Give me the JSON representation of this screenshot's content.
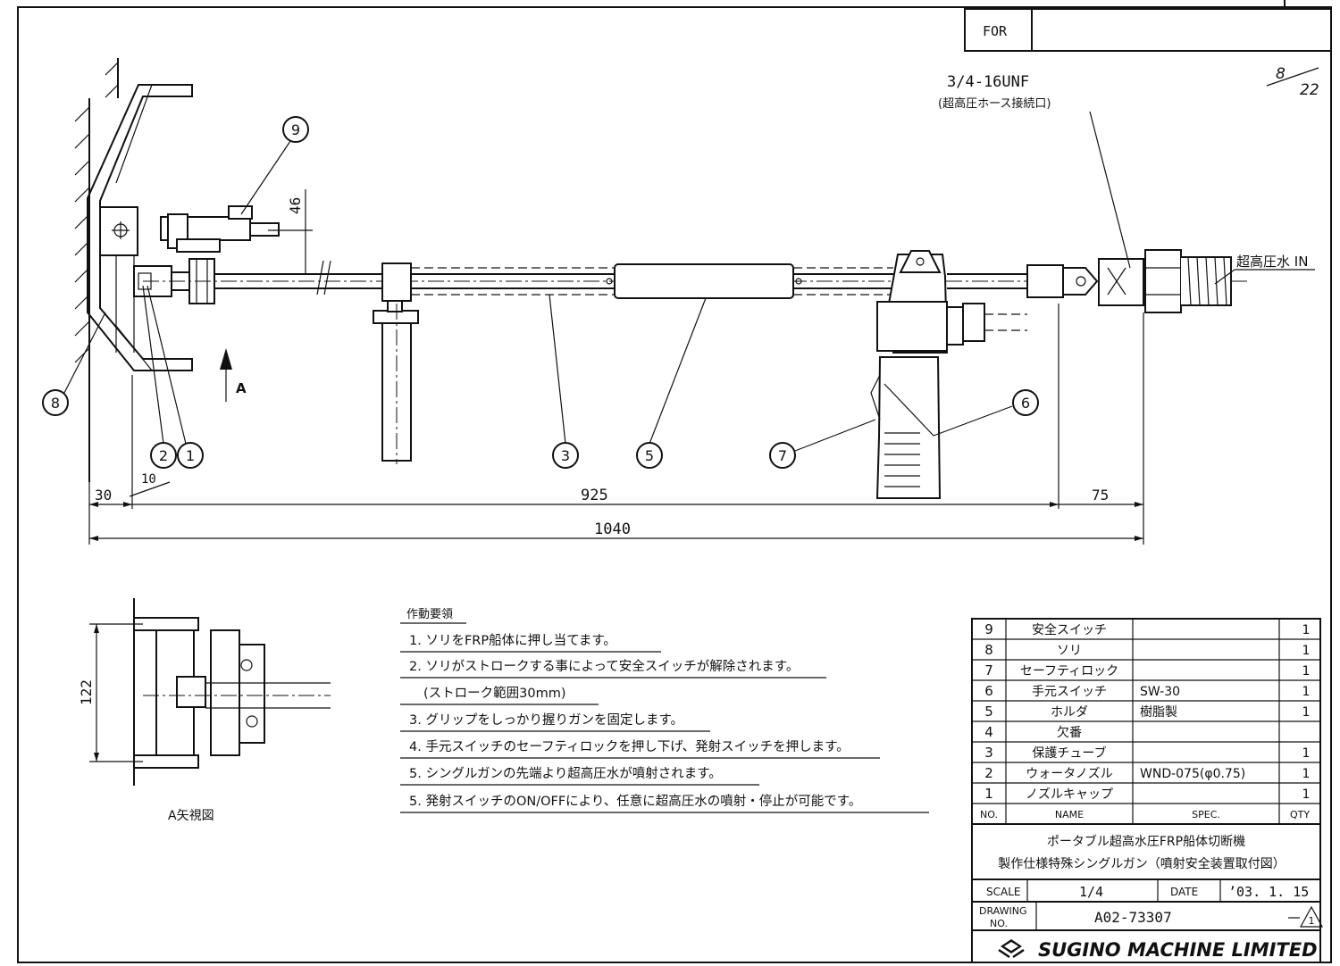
{
  "title_block": {
    "for_label": "FOR",
    "sheet": {
      "num": "8",
      "den": "22"
    },
    "title_line1": "ポータブル超高水圧FRP船体切断機",
    "title_line2": "製作仕様特殊シングルガン（噴射安全装置取付図）",
    "scale_label": "SCALE",
    "scale_value": "1/4",
    "date_label": "DATE",
    "date_value": "’03. 1. 15",
    "drawing_label_1": "DRAWING",
    "drawing_label_2": "NO.",
    "drawing_no": "A02-73307",
    "revision": "1",
    "company": "SUGINO MACHINE LIMITED"
  },
  "parts_list": {
    "headers": {
      "no": "NO.",
      "name": "NAME",
      "spec": "SPEC.",
      "qty": "QTY"
    },
    "rows": [
      {
        "no": "9",
        "name": "安全スイッチ",
        "spec": "",
        "qty": "1"
      },
      {
        "no": "8",
        "name": "ソリ",
        "spec": "",
        "qty": "1"
      },
      {
        "no": "7",
        "name": "セーフティロック",
        "spec": "",
        "qty": "1"
      },
      {
        "no": "6",
        "name": "手元スイッチ",
        "spec": "SW-30",
        "qty": "1"
      },
      {
        "no": "5",
        "name": "ホルダ",
        "spec": "樹脂製",
        "qty": "1"
      },
      {
        "no": "4",
        "name": "欠番",
        "spec": "",
        "qty": ""
      },
      {
        "no": "3",
        "name": "保護チューブ",
        "spec": "",
        "qty": "1"
      },
      {
        "no": "2",
        "name": "ウォータノズル",
        "spec": "WND-075(φ0.75)",
        "qty": "1"
      },
      {
        "no": "1",
        "name": "ノズルキャップ",
        "spec": "",
        "qty": "1"
      }
    ]
  },
  "procedure": {
    "heading": "作動要領",
    "steps": [
      "1. ソリをFRP船体に押し当てます。",
      "2. ソリがストロークする事によって安全スイッチが解除されます。",
      "(ストローク範囲30mm)",
      "3. グリップをしっかり握りガンを固定します。",
      "4. 手元スイッチのセーフティロックを押し下げ、発射スイッチを押します。",
      "5. シングルガンの先端より超高圧水が噴射されます。",
      "5. 発射スイッチのON/OFFにより、任意に超高圧水の噴射・停止が可能です。"
    ]
  },
  "drawing": {
    "thread_label": "3/4-16UNF",
    "hose_label": "(超高圧ホース接続口)",
    "inlet_label": "超高圧水 IN",
    "view_arrow_label": "A",
    "view_title": "A矢視図",
    "dims": {
      "d46": "46",
      "d30": "30",
      "d10": "10",
      "d925": "925",
      "d75": "75",
      "d1040": "1040",
      "d122": "122"
    },
    "balloons": [
      "9",
      "8",
      "2",
      "1",
      "3",
      "5",
      "7",
      "6"
    ]
  }
}
